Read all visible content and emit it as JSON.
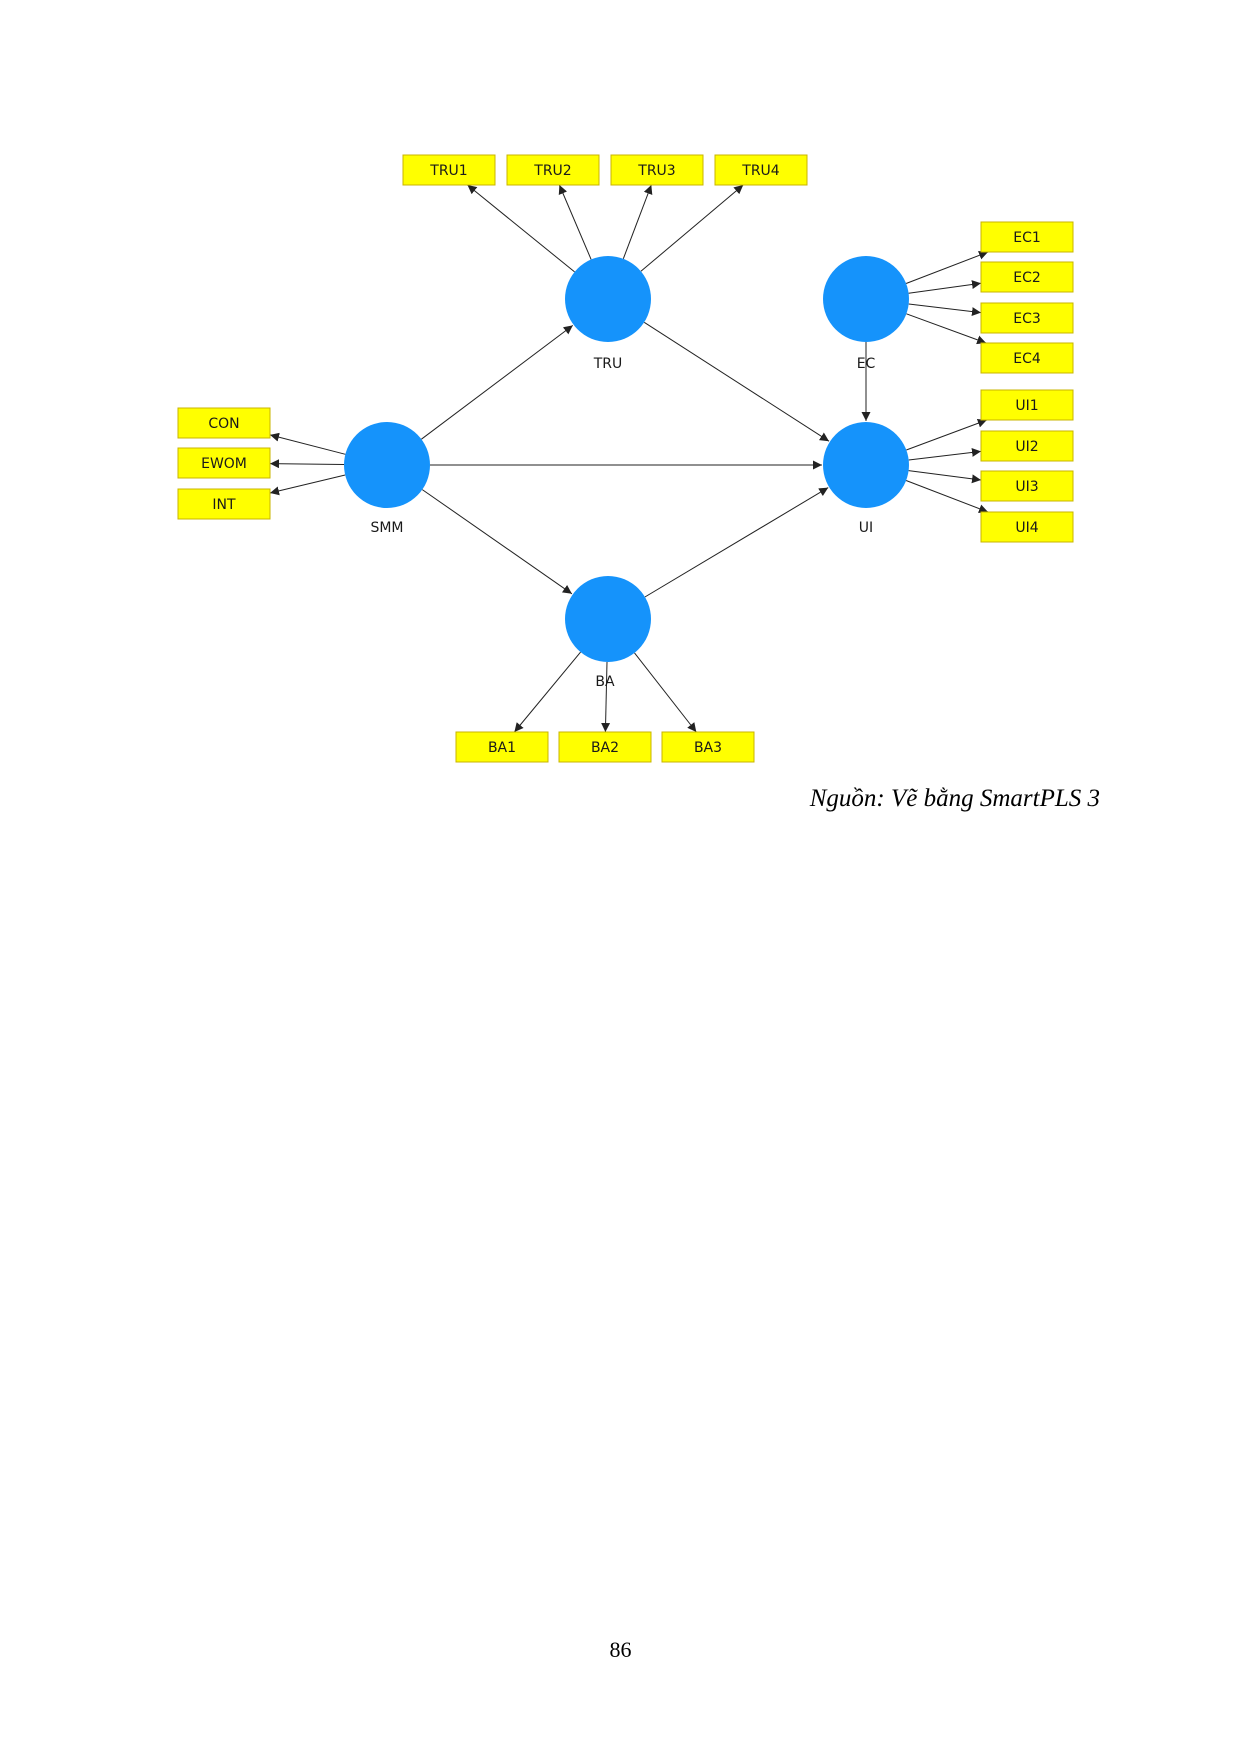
{
  "diagram": {
    "colors": {
      "latent_fill": "#1593FB",
      "indicator_fill": "#FFFF00",
      "indicator_stroke": "#C8B400",
      "edge": "#222222"
    },
    "latents": [
      {
        "id": "TRU",
        "label": "TRU"
      },
      {
        "id": "EC",
        "label": "EC"
      },
      {
        "id": "SMM",
        "label": "SMM"
      },
      {
        "id": "UI",
        "label": "UI"
      },
      {
        "id": "BA",
        "label": "BA"
      }
    ],
    "indicators": [
      {
        "id": "TRU1",
        "label": "TRU1"
      },
      {
        "id": "TRU2",
        "label": "TRU2"
      },
      {
        "id": "TRU3",
        "label": "TRU3"
      },
      {
        "id": "TRU4",
        "label": "TRU4"
      },
      {
        "id": "EC1",
        "label": "EC1"
      },
      {
        "id": "EC2",
        "label": "EC2"
      },
      {
        "id": "EC3",
        "label": "EC3"
      },
      {
        "id": "EC4",
        "label": "EC4"
      },
      {
        "id": "UI1",
        "label": "UI1"
      },
      {
        "id": "UI2",
        "label": "UI2"
      },
      {
        "id": "UI3",
        "label": "UI3"
      },
      {
        "id": "UI4",
        "label": "UI4"
      },
      {
        "id": "CON",
        "label": "CON"
      },
      {
        "id": "EWOM",
        "label": "EWOM"
      },
      {
        "id": "INT",
        "label": "INT"
      },
      {
        "id": "BA1",
        "label": "BA1"
      },
      {
        "id": "BA2",
        "label": "BA2"
      },
      {
        "id": "BA3",
        "label": "BA3"
      }
    ],
    "paths": [
      {
        "from": "SMM",
        "to": "TRU"
      },
      {
        "from": "SMM",
        "to": "UI"
      },
      {
        "from": "SMM",
        "to": "BA"
      },
      {
        "from": "TRU",
        "to": "UI"
      },
      {
        "from": "BA",
        "to": "UI"
      },
      {
        "from": "EC",
        "to": "UI"
      }
    ],
    "loadings": [
      {
        "from": "TRU",
        "to": "TRU1"
      },
      {
        "from": "TRU",
        "to": "TRU2"
      },
      {
        "from": "TRU",
        "to": "TRU3"
      },
      {
        "from": "TRU",
        "to": "TRU4"
      },
      {
        "from": "EC",
        "to": "EC1"
      },
      {
        "from": "EC",
        "to": "EC2"
      },
      {
        "from": "EC",
        "to": "EC3"
      },
      {
        "from": "EC",
        "to": "EC4"
      },
      {
        "from": "UI",
        "to": "UI1"
      },
      {
        "from": "UI",
        "to": "UI2"
      },
      {
        "from": "UI",
        "to": "UI3"
      },
      {
        "from": "UI",
        "to": "UI4"
      },
      {
        "from": "SMM",
        "to": "CON"
      },
      {
        "from": "SMM",
        "to": "EWOM"
      },
      {
        "from": "SMM",
        "to": "INT"
      },
      {
        "from": "BA",
        "to": "BA1"
      },
      {
        "from": "BA",
        "to": "BA2"
      },
      {
        "from": "BA",
        "to": "BA3"
      }
    ]
  },
  "caption": "Nguồn: Vẽ bằng SmartPLS 3",
  "page_number": "86"
}
